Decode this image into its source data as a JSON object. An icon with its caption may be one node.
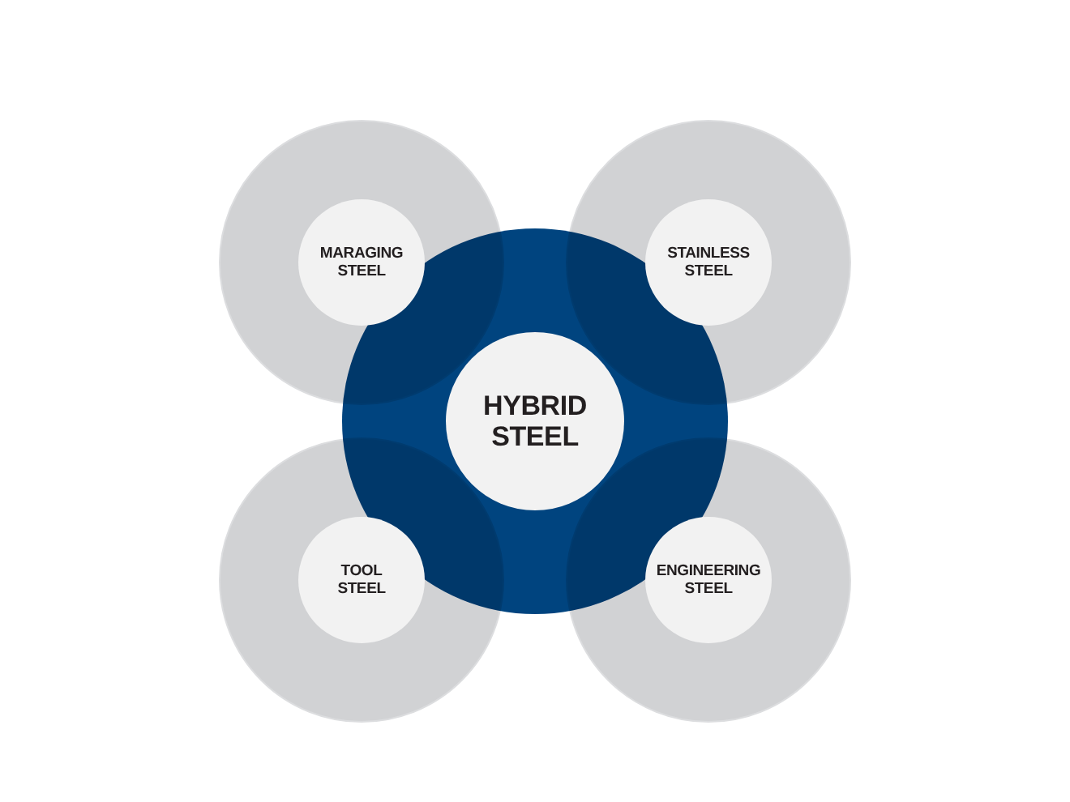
{
  "diagram": {
    "nodes": [
      {
        "text": [],
        "shape": "circle"
      },
      {
        "text": [
          "MARAGING STEEL"
        ],
        "in": 0
      },
      {
        "text": [],
        "shape": "circle"
      },
      {
        "text": [
          "STAINLESS STEEL"
        ],
        "in": 2
      },
      {
        "text": [],
        "shape": "circle"
      },
      {
        "text": [
          "HYBRID STEEL"
        ],
        "in": 4
      },
      {
        "text": [],
        "shape": "circle"
      },
      {
        "text": [
          "TOOL STEEL"
        ],
        "in": 6
      },
      {
        "text": [],
        "shape": "circle"
      },
      {
        "text": [
          "ENGINEERING STEEL"
        ],
        "in": 8
      }
    ]
  }
}
